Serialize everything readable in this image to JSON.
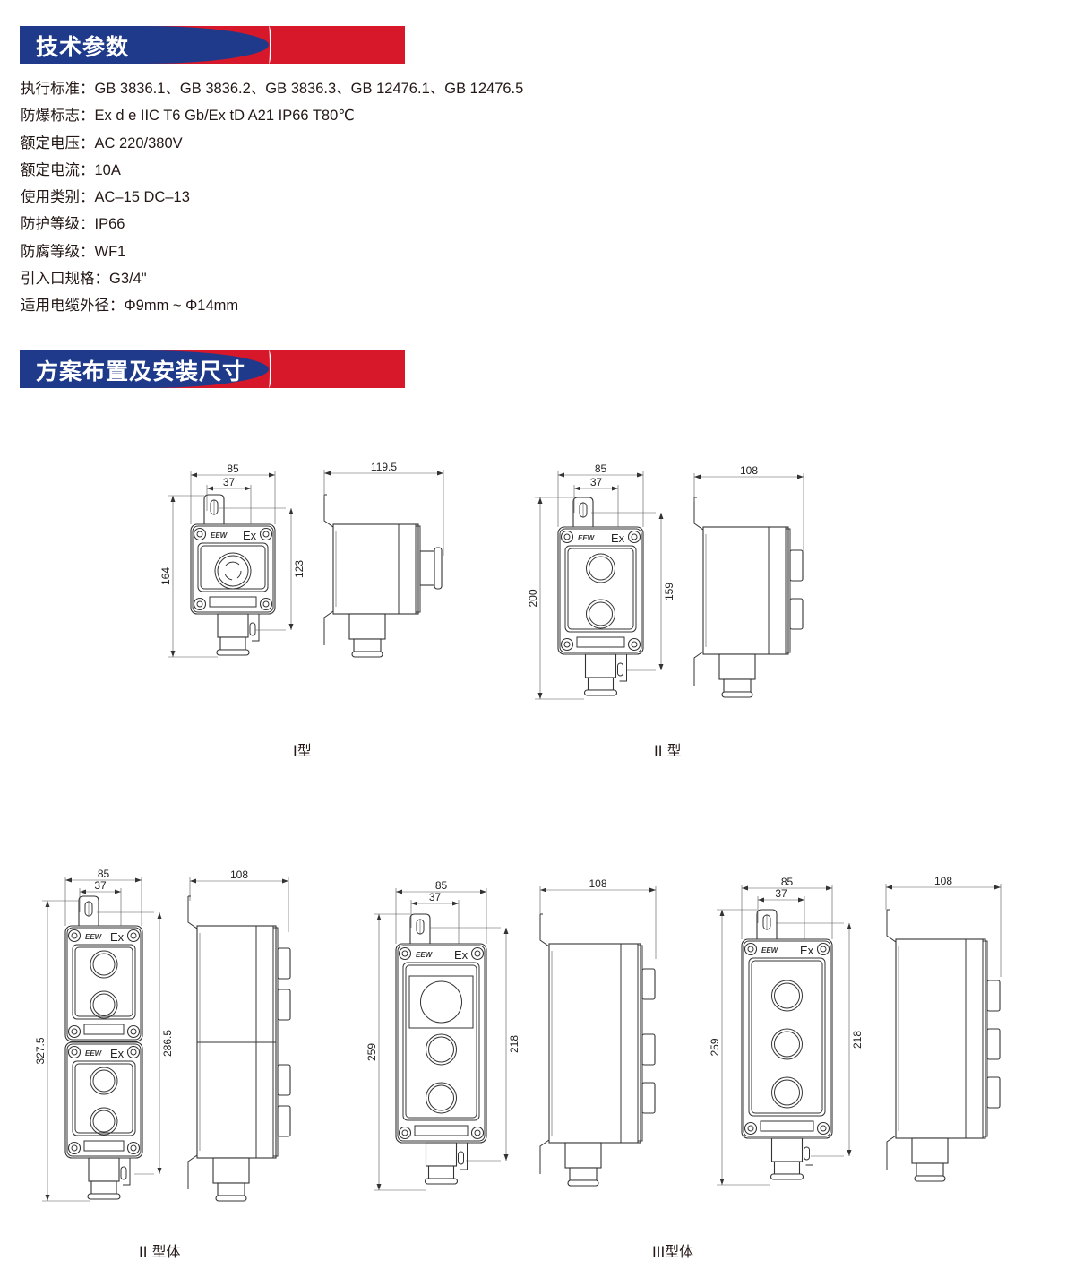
{
  "section1": {
    "title": "技术参数"
  },
  "specs": [
    {
      "label": "执行标准：",
      "value": "GB 3836.1、GB 3836.2、GB 3836.3、GB 12476.1、GB 12476.5"
    },
    {
      "label": "防爆标志：",
      "value": "Ex d e IIC T6 Gb/Ex tD A21 IP66 T80℃"
    },
    {
      "label": "额定电压：",
      "value": "AC 220/380V"
    },
    {
      "label": "额定电流：",
      "value": "10A"
    },
    {
      "label": "使用类别：",
      "value": "AC–15 DC–13"
    },
    {
      "label": "防护等级：",
      "value": "IP66"
    },
    {
      "label": "防腐等级：",
      "value": "WF1"
    },
    {
      "label": "引入口规格：",
      "value": "G3/4\""
    },
    {
      "label": "适用电缆外径：",
      "value": "Φ9mm ~ Φ14mm"
    }
  ],
  "section2": {
    "title": "方案布置及安装尺寸"
  },
  "marks": {
    "brand": "EEW",
    "ex": "Ex"
  },
  "drawings": [
    {
      "caption": "I型",
      "width": "85",
      "hole": "37",
      "total": "164",
      "mount": "123",
      "depth": "119.5"
    },
    {
      "caption": "II 型",
      "width": "85",
      "hole": "37",
      "total": "200",
      "mount": "159",
      "depth": "108"
    },
    {
      "caption": "II 型体",
      "width": "85",
      "hole": "37",
      "total": "327.5",
      "mount": "286.5",
      "depth": "108"
    },
    {
      "caption": "",
      "width": "85",
      "hole": "37",
      "total": "259",
      "mount": "218",
      "depth": "108"
    },
    {
      "caption": "III型体",
      "width": "85",
      "hole": "37",
      "total": "259",
      "mount": "218",
      "depth": "108"
    }
  ]
}
